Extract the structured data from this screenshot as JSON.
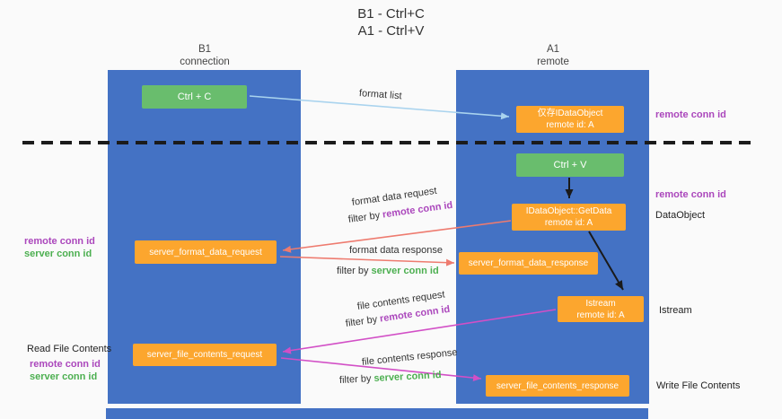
{
  "title": {
    "line1": "B1 - Ctrl+C",
    "line2": "A1 - Ctrl+V"
  },
  "lanes": {
    "left": {
      "name": "B1",
      "role": "connection"
    },
    "right": {
      "name": "A1",
      "role": "remote"
    }
  },
  "boxes": {
    "ctrl_c": {
      "label": "Ctrl + C"
    },
    "stored_idataobject": {
      "line1": "仅存IDataObject",
      "line2": "remote id: A"
    },
    "ctrl_v": {
      "label": "Ctrl + V"
    },
    "getdata": {
      "line1": "IDataObject::GetData",
      "line2": "remote id: A"
    },
    "format_request": {
      "label": "server_format_data_request"
    },
    "format_response": {
      "label": "server_format_data_response"
    },
    "istream": {
      "line1": "Istream",
      "line2": "remote id: A"
    },
    "file_request": {
      "label": "server_file_contents_request"
    },
    "file_response": {
      "label": "server_file_contents_response"
    }
  },
  "annotations": {
    "format_list": "format list",
    "format_data_request": "format data request",
    "format_data_response": "format data response",
    "file_contents_request": "file contents request",
    "file_contents_response": "file contents response",
    "filter_by": "filter by",
    "remote_conn_id": "remote conn id",
    "server_conn_id": "server conn id"
  },
  "side_labels": {
    "dataobject": "DataObject",
    "istream": "Istream",
    "read_file_contents": "Read File Contents",
    "write_file_contents": "Write File Contents"
  },
  "colors": {
    "lane_blue": "#4472C4",
    "box_orange": "#FCA62E",
    "box_green": "#69BD6D",
    "purple_text": "#AB47BC",
    "green_text": "#4CAF50",
    "arrow_red": "#EE7B6F",
    "arrow_magenta": "#D24FC6",
    "arrow_light_blue": "#A9D3EE",
    "arrow_black": "#1A1A1A"
  }
}
